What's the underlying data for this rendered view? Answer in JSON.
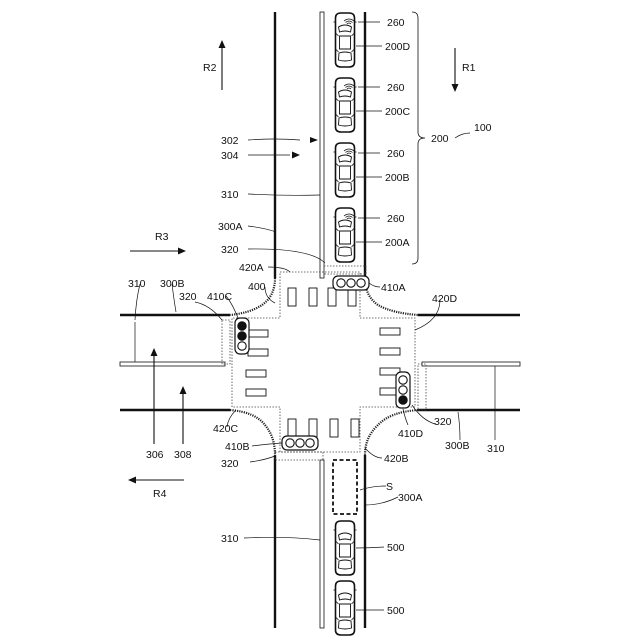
{
  "figure": {
    "labels": {
      "r1": "R1",
      "r2": "R2",
      "r3": "R3",
      "r4": "R4",
      "n100": "100",
      "n200": "200",
      "n200a": "200A",
      "n200b": "200B",
      "n200c": "200C",
      "n200d": "200D",
      "n260a": "260",
      "n260b": "260",
      "n260c": "260",
      "n260d": "260",
      "n300a_top": "300A",
      "n300a_bottom": "300A",
      "n300b_left": "300B",
      "n300b_right": "300B",
      "n302": "302",
      "n304": "304",
      "n306": "306",
      "n308": "308",
      "n310_top": "310",
      "n310_left": "310",
      "n310_right": "310",
      "n310_bottom": "310",
      "n320_top": "320",
      "n320_left": "320",
      "n320_right": "320",
      "n320_bottom": "320",
      "n400": "400",
      "n410a": "410A",
      "n410b": "410B",
      "n410c": "410C",
      "n410d": "410D",
      "n420a": "420A",
      "n420b": "420B",
      "n420c": "420C",
      "n420d": "420D",
      "s": "S",
      "n500_a": "500",
      "n500_b": "500"
    },
    "colors": {
      "ink": "#111111",
      "paper": "#ffffff"
    },
    "signals": {
      "410A": {
        "lit": []
      },
      "410B": {
        "lit": []
      },
      "410C": {
        "lit": [
          0,
          1
        ]
      },
      "410D": {
        "lit": [
          2
        ]
      }
    }
  }
}
